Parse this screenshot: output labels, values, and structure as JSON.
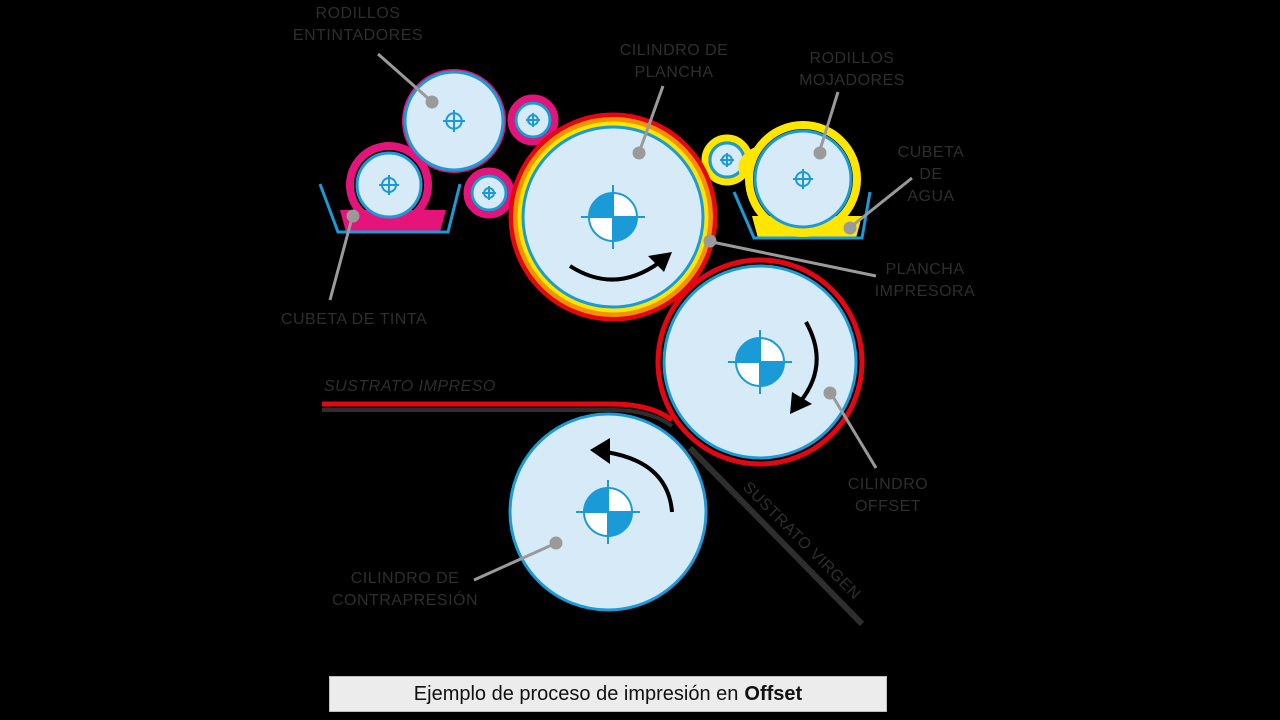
{
  "labels": {
    "rodillos_entintadores": [
      "RODILLOS",
      "ENTINTADORES"
    ],
    "cilindro_plancha": [
      "CILINDRO DE",
      "PLANCHA"
    ],
    "rodillos_mojadores": [
      "RODILLOS",
      "MOJADORES"
    ],
    "cubeta_agua": [
      "CUBETA",
      "DE",
      "AGUA"
    ],
    "plancha_impresora": [
      "PLANCHA",
      "IMPRESORA"
    ],
    "cubeta_tinta": "CUBETA DE TINTA",
    "sustrato_impreso": "SUSTRATO IMPRESO",
    "cilindro_offset": [
      "CILINDRO",
      "OFFSET"
    ],
    "sustrato_virgen": "SUSTRATO VIRGEN",
    "cilindro_contrapresion": [
      "CILINDRO DE",
      "CONTRAPRESIÓN"
    ]
  },
  "caption": {
    "text": "Ejemplo de proceso de impresión en",
    "bold": "Offset"
  },
  "colors": {
    "background": "#000000",
    "cylinder_fill": "#d6ebf7",
    "cylinder_stroke": "#1a9ad6",
    "ink_magenta": "#e5147b",
    "water_yellow": "#ffe600",
    "plate_orange": "#f39200",
    "offset_red": "#e30613",
    "label_text": "#2e2e2e",
    "leader_line": "#9a9a9a"
  }
}
